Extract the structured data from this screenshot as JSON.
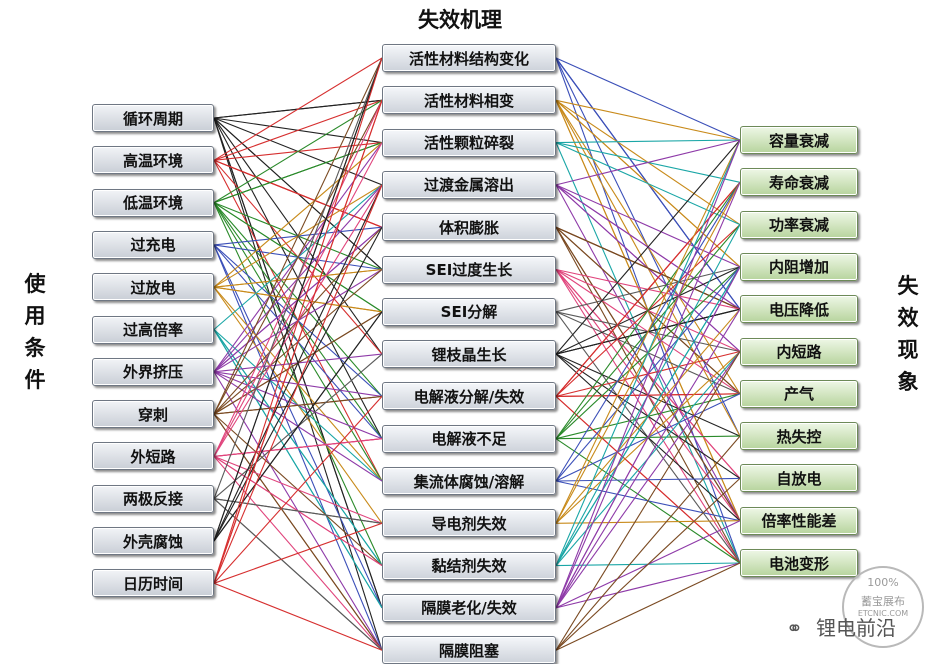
{
  "diagram": {
    "mid_title": "失效机理",
    "left_title": "使用条件",
    "right_title": "失效现象",
    "left_items": [
      "循环周期",
      "高温环境",
      "低温环境",
      "过充电",
      "过放电",
      "过高倍率",
      "外界挤压",
      "穿刺",
      "外短路",
      "两极反接",
      "外壳腐蚀",
      "日历时间"
    ],
    "mid_items": [
      "活性材料结构变化",
      "活性材料相变",
      "活性颗粒碎裂",
      "过渡金属溶出",
      "体积膨胀",
      "SEI过度生长",
      "SEI分解",
      "锂枝晶生长",
      "电解液分解/失效",
      "电解液不足",
      "集流体腐蚀/溶解",
      "导电剂失效",
      "黏结剂失效",
      "隔膜老化/失效",
      "隔膜阻塞"
    ],
    "right_items": [
      "容量衰减",
      "寿命衰减",
      "功率衰减",
      "内阻增加",
      "电压降低",
      "内短路",
      "产气",
      "热失控",
      "自放电",
      "倍率性能差",
      "电池变形"
    ],
    "line_colors": [
      "#222222",
      "#d62f2f",
      "#2a8a2a",
      "#3b4fb8",
      "#c88a1a",
      "#1aa6a6",
      "#8e3aa8",
      "#7a4a22",
      "#e0447c",
      "#5a5a5a"
    ]
  },
  "watermark": {
    "text": "锂电前沿",
    "stamp_top": "100%",
    "stamp_mid": "蓄宝展布",
    "stamp_bottom": "ETCNIC.COM"
  }
}
